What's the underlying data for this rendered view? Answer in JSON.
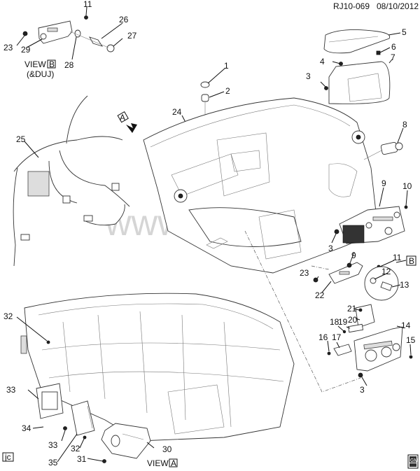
{
  "header": {
    "diagram_id": "RJ10-069",
    "date": "08/10/2012"
  },
  "watermark": "www.gmsklad.ru",
  "views": {
    "view_b": {
      "prefix": "VIEW",
      "letter": "B",
      "note": "(&DUJ)"
    },
    "view_a": {
      "prefix": "VIEW",
      "letter": "A"
    },
    "arrow_a": {
      "letter": "A"
    },
    "callout_b": {
      "letter": "B"
    }
  },
  "corner_tag": "jc",
  "logo": {
    "text": "GM",
    "sub": "SPO"
  },
  "callouts": [
    {
      "id": "c11a",
      "text": "11"
    },
    {
      "id": "c26",
      "text": "26"
    },
    {
      "id": "c27",
      "text": "27"
    },
    {
      "id": "c23a",
      "text": "23"
    },
    {
      "id": "c29",
      "text": "29"
    },
    {
      "id": "c28",
      "text": "28"
    },
    {
      "id": "c5",
      "text": "5"
    },
    {
      "id": "c6",
      "text": "6"
    },
    {
      "id": "c4",
      "text": "4"
    },
    {
      "id": "c7",
      "text": "7"
    },
    {
      "id": "c3a",
      "text": "3"
    },
    {
      "id": "c1",
      "text": "1"
    },
    {
      "id": "c2",
      "text": "2"
    },
    {
      "id": "c24",
      "text": "24"
    },
    {
      "id": "c25",
      "text": "25"
    },
    {
      "id": "c8",
      "text": "8"
    },
    {
      "id": "c9a",
      "text": "9"
    },
    {
      "id": "c10",
      "text": "10"
    },
    {
      "id": "c3b",
      "text": "3"
    },
    {
      "id": "c9b",
      "text": "9"
    },
    {
      "id": "c11b",
      "text": "11"
    },
    {
      "id": "c23b",
      "text": "23"
    },
    {
      "id": "c12",
      "text": "12"
    },
    {
      "id": "c13",
      "text": "13"
    },
    {
      "id": "c22",
      "text": "22"
    },
    {
      "id": "c21",
      "text": "21"
    },
    {
      "id": "c18",
      "text": "18"
    },
    {
      "id": "c19",
      "text": "19"
    },
    {
      "id": "c20",
      "text": "20"
    },
    {
      "id": "c14",
      "text": "14"
    },
    {
      "id": "c16",
      "text": "16"
    },
    {
      "id": "c17",
      "text": "17"
    },
    {
      "id": "c15",
      "text": "15"
    },
    {
      "id": "c3c",
      "text": "3"
    },
    {
      "id": "c32a",
      "text": "32"
    },
    {
      "id": "c33a",
      "text": "33"
    },
    {
      "id": "c34",
      "text": "34"
    },
    {
      "id": "c33b",
      "text": "33"
    },
    {
      "id": "c32b",
      "text": "32"
    },
    {
      "id": "c35",
      "text": "35"
    },
    {
      "id": "c31",
      "text": "31"
    },
    {
      "id": "c30",
      "text": "30"
    }
  ]
}
